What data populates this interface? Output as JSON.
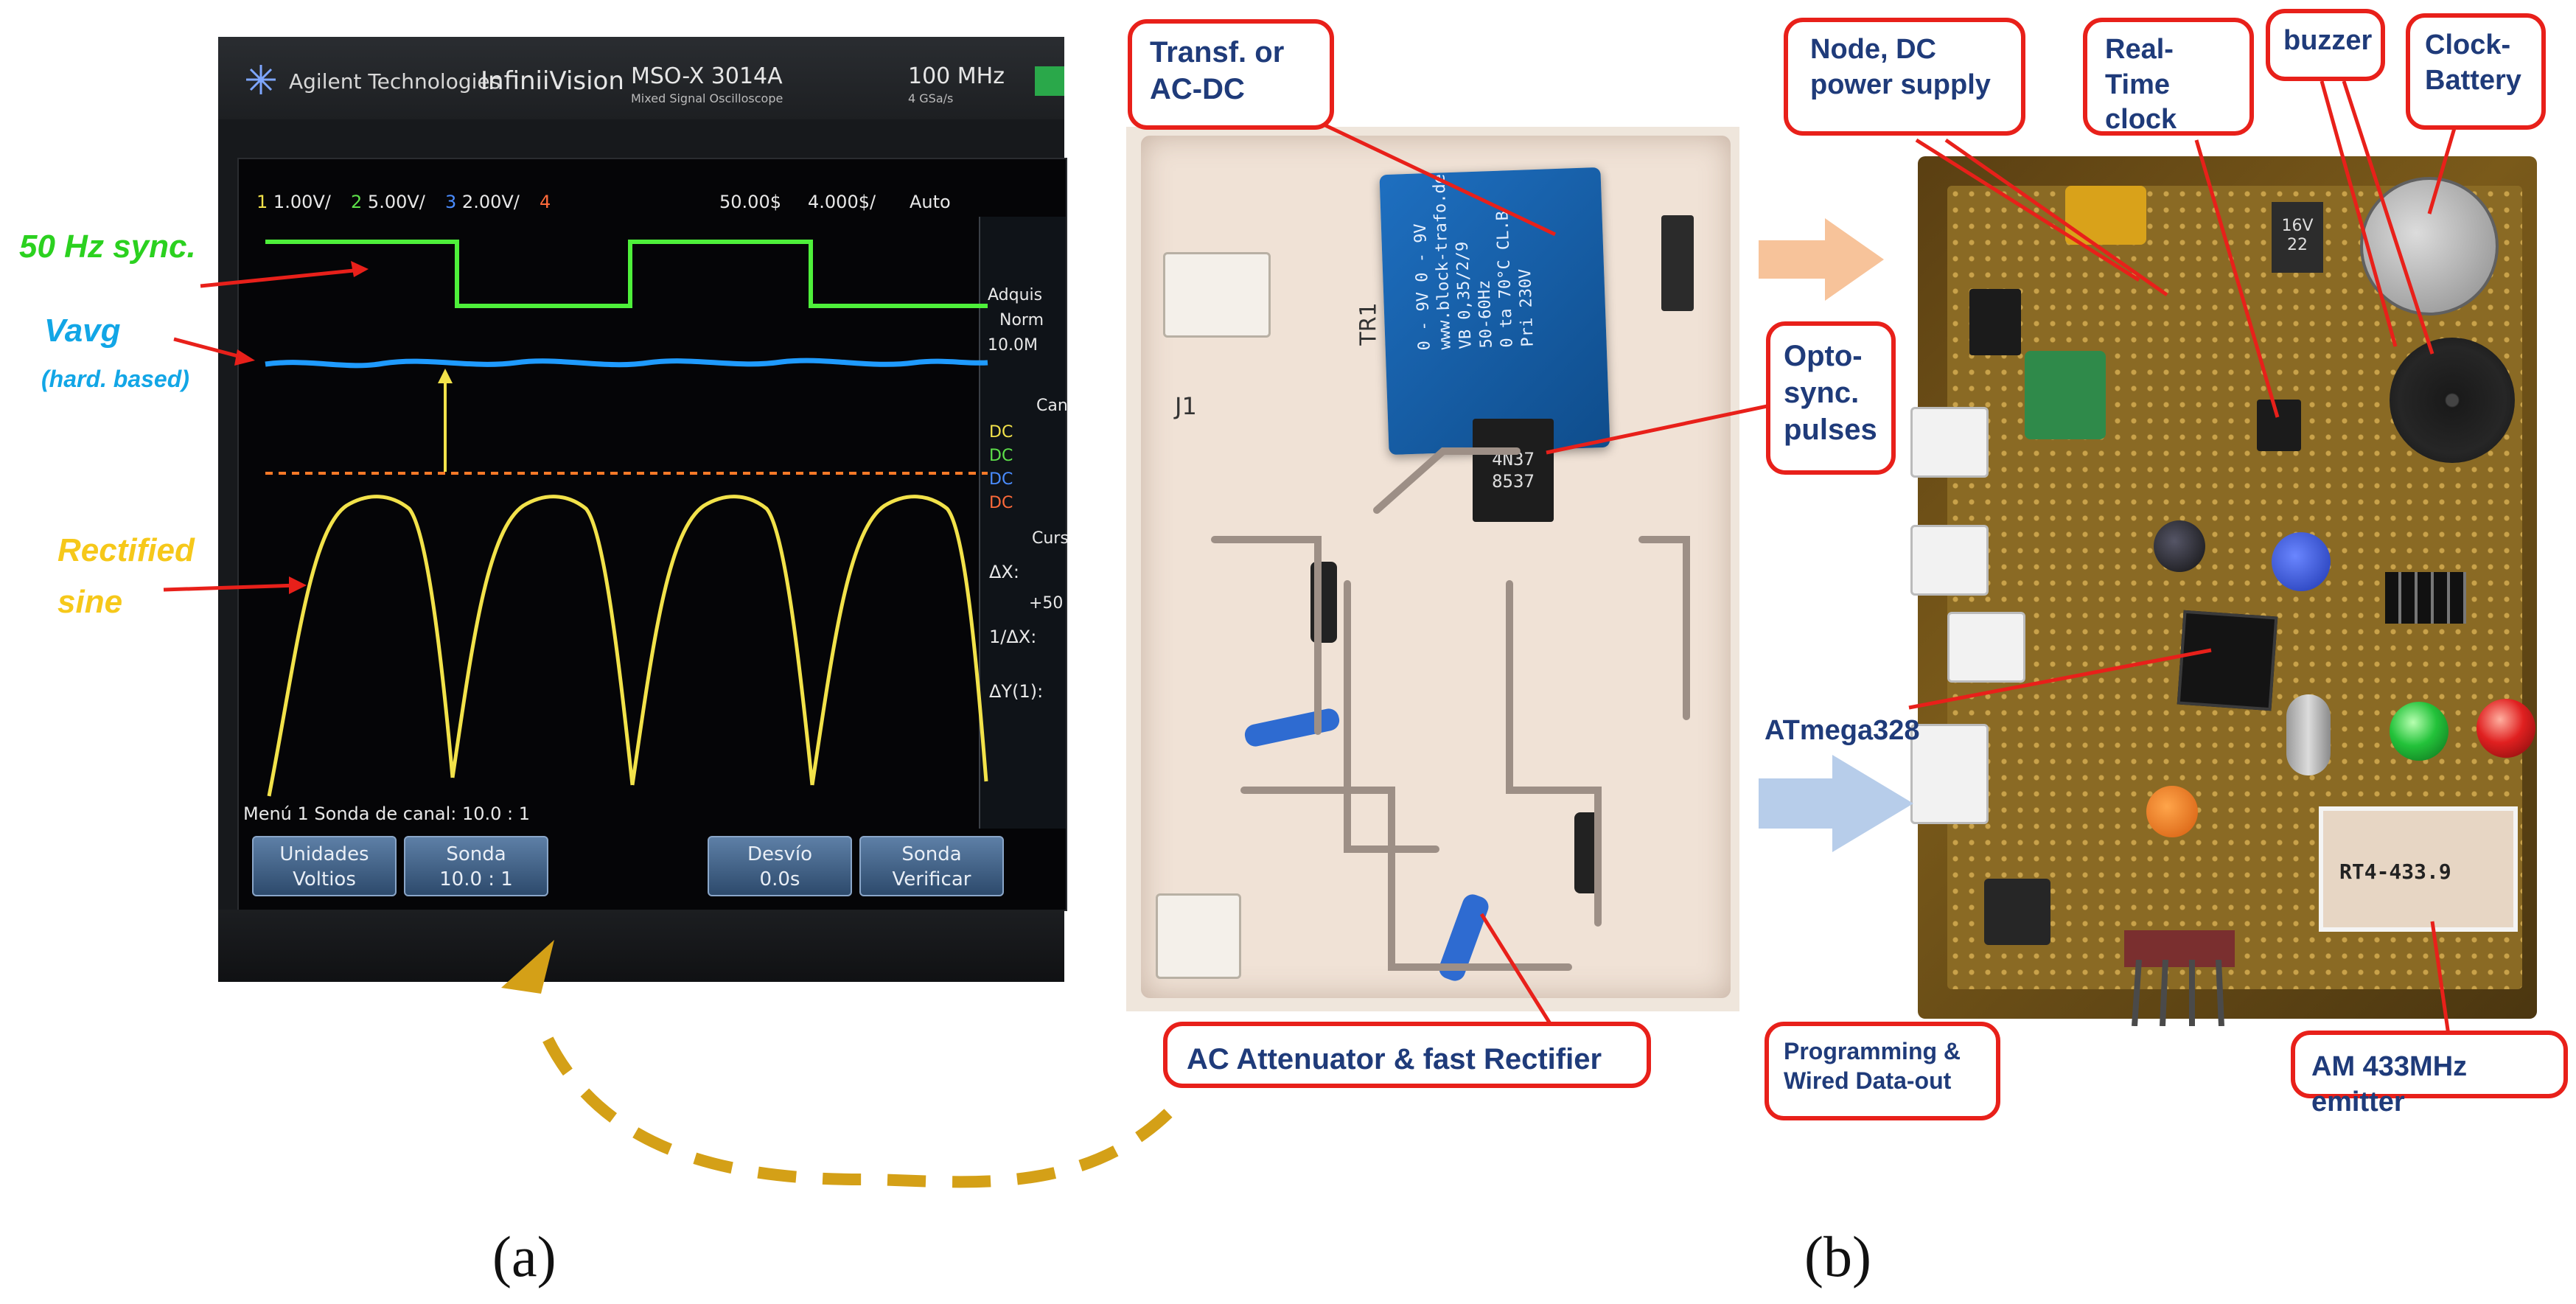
{
  "panel_a": {
    "brand": "Agilent Technologies",
    "product": "InfiniiVision",
    "model": "MSO-X 3014A",
    "model_sub": "Mixed Signal Oscilloscope",
    "bandwidth": "100 MHz",
    "sample_rate": "4 GSa/s",
    "ch_settings": [
      {
        "num": "1",
        "scale": "1.00V/",
        "color": "#f2e24a"
      },
      {
        "num": "2",
        "scale": "5.00V/",
        "color": "#5ee04a"
      },
      {
        "num": "3",
        "scale": "2.00V/",
        "color": "#4a8cff"
      },
      {
        "num": "4",
        "scale": "",
        "color": "#ff6a3a"
      }
    ],
    "delay": "50.00$",
    "timebase": "4.000$/",
    "trigger_mode": "Auto",
    "side_panel": [
      "Adquis",
      "Norm",
      "10.0M",
      "Can",
      "DC",
      "DC",
      "DC",
      "DC",
      "Curs",
      "ΔX:",
      "+50",
      "1/ΔX:",
      "ΔY(1):"
    ],
    "menu_title": "Menú 1 Sonda de canal: 10.0 : 1",
    "softkeys": [
      {
        "top": "Unidades",
        "bottom": "Voltios"
      },
      {
        "top": "Sonda",
        "bottom": "10.0 : 1"
      },
      {
        "top": "Desvío",
        "bottom": "0.0s"
      },
      {
        "top": "Sonda",
        "bottom": "Verificar"
      }
    ],
    "labels": {
      "sync": "50 Hz sync.",
      "vavg": "Vavg",
      "vavg_sub": "(hard. based)",
      "rectified_1": "Rectified",
      "rectified_2": "sine"
    },
    "colors": {
      "sync": "#2bd11f",
      "vavg": "#12a6e6",
      "rectified": "#f6c81a",
      "arrow": "#e8201a",
      "dashed_arrow": "#d4a017"
    },
    "caption": "(a)"
  },
  "panel_b": {
    "callouts": {
      "transf": "Transf. or AC-DC",
      "opto": "Opto-sync. pulses",
      "attenuator": "AC Attenuator & fast Rectifier",
      "node_dc": "Node, DC power supply",
      "rtc": "Real-Time clock",
      "buzzer": "buzzer",
      "clock_battery": "Clock-Battery",
      "atmega": "ATmega328",
      "programming": "Programming & Wired Data-out",
      "emitter": "AM 433MHz emitter"
    },
    "pcb_marks": {
      "tr1": "TR1",
      "j1": "J1",
      "chip_opto": "4N37",
      "chip_opto_2": "8537",
      "transformer_lines": [
        "0 - 9V  0 - 9V",
        "www.block-trafo.de",
        "VB 0,35/2/9",
        "50-60Hz",
        "0 ta 70°C CL.B",
        "Pri 230V"
      ],
      "rf_module": "RT4-433.9",
      "cap_label": "16V 22"
    },
    "caption": "(b)"
  }
}
